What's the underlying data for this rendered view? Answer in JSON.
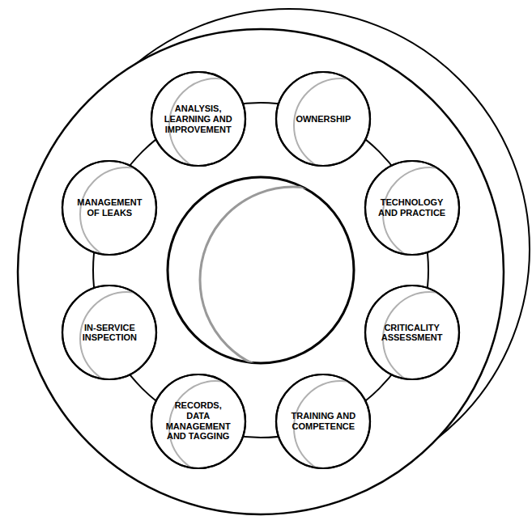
{
  "diagram": {
    "nodes": [
      {
        "text": [
          "OWNERSHIP"
        ]
      },
      {
        "text": [
          "TECHNOLOGY AND PRACTICE"
        ]
      },
      {
        "text": [
          "CRITICALITY ASSESSMENT"
        ]
      },
      {
        "text": [
          "TRAINING AND COMPETENCE"
        ]
      },
      {
        "text": [
          "RECORDS, DATA MANAGEMENT AND TAGGING"
        ]
      },
      {
        "text": [
          "IN-SERVICE INSPECTION"
        ]
      },
      {
        "text": [
          "MANAGEMENT OF LEAKS"
        ]
      },
      {
        "text": [
          "ANALYSIS, LEARNING AND IMPROVEMENT"
        ]
      }
    ]
  }
}
